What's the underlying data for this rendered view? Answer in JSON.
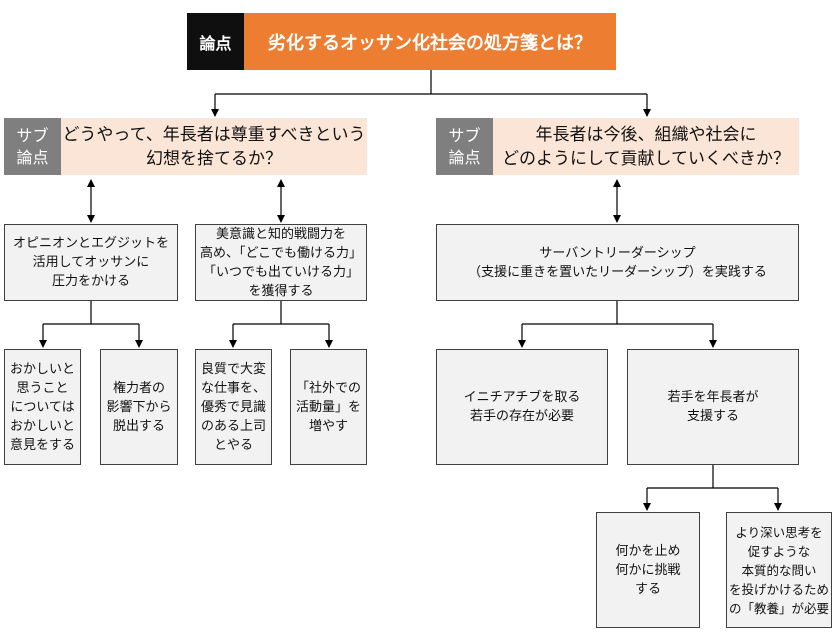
{
  "main_issue": {
    "tag": "論点",
    "title": "劣化するオッサン化社会の処方箋とは？"
  },
  "sub_left": {
    "tag": "サブ\n論点",
    "title": "どうやって、年長者は尊重すべきという\n幻想を捨てるか？"
  },
  "sub_right": {
    "tag": "サブ\n論点",
    "title": "年長者は今後、組織や社会に\nどのようにして貢献していくべきか？"
  },
  "nodes": {
    "opinion_exit": "オピニオンとエグジットを\n活用してオッサンに\n圧力をかける",
    "aesthetics": "美意識と知的戦闘力を\n高め、「どこでも働ける力」\n「いつでも出ていける力」\nを獲得する",
    "servant": "サーバントリーダーシップ\n（支援に重きを置いたリーダーシップ）を実践する",
    "speak_up": "おかしいと\n思うこと\nについては\nおかしいと\n意見をする",
    "escape": "権力者の\n影響下から\n脱出する",
    "good_work": "良質で大変\nな仕事を、\n優秀で見識\nのある上司\nとやる",
    "outside": "「社外での\n活動量」を\n増やす",
    "initiative": "イニチアチブを取る\n若手の存在が必要",
    "young_support": "若手を年長者が\n支援する",
    "stop_challenge": "何かを止め\n何かに挑戦\nする",
    "education": "より深い思考を\n促すような\n本質的な問い\nを投げかけるため\nの「教養」が必要"
  }
}
